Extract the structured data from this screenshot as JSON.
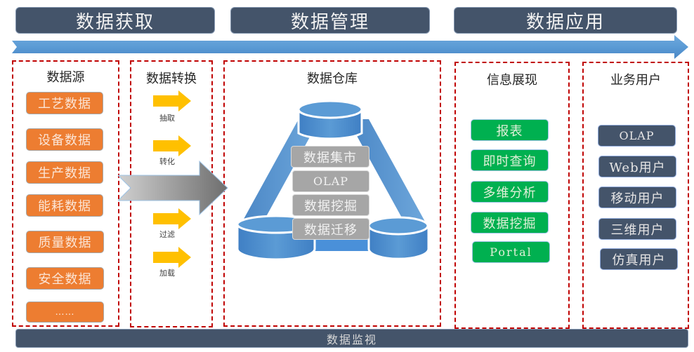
{
  "phases": [
    {
      "label": "数据获取"
    },
    {
      "label": "数据管理"
    },
    {
      "label": "数据应用"
    }
  ],
  "colors": {
    "phase_bg": "#44546a",
    "timeline_arrow": "#5b9bd5",
    "panel_border": "#c00000",
    "source_box": "#ed7d31",
    "transform_arrow": "#ffc000",
    "display_box": "#00b050",
    "user_box": "#44546a",
    "warehouse_box": "#a6a6a6",
    "cylinder": "#4a90d9"
  },
  "data_source": {
    "title": "数据源",
    "items": [
      "工艺数据",
      "设备数据",
      "生产数据",
      "能耗数据",
      "质量数据",
      "安全数据",
      "……"
    ]
  },
  "data_transform": {
    "title": "数据转换",
    "steps": [
      "抽取",
      "转化",
      "过滤",
      "加载"
    ]
  },
  "data_warehouse": {
    "title": "数据仓库",
    "layers": [
      "数据集市",
      "OLAP",
      "数据挖掘",
      "数据迁移"
    ]
  },
  "info_display": {
    "title": "信息展现",
    "items": [
      "报表",
      "即时查询",
      "多维分析",
      "数据挖掘",
      "Portal"
    ]
  },
  "business_users": {
    "title": "业务用户",
    "items": [
      "OLAP",
      "Web用户",
      "移动用户",
      "三维用户",
      "仿真用户"
    ]
  },
  "monitoring": {
    "label": "数据监视"
  }
}
